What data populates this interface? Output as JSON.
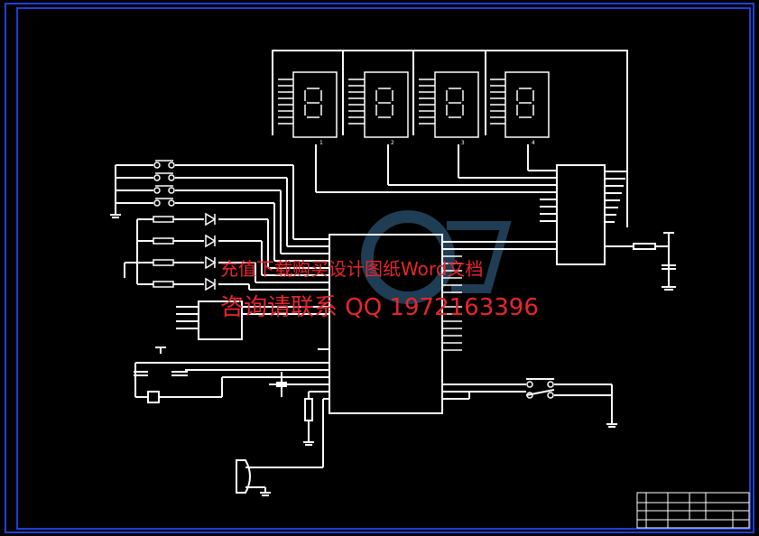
{
  "watermark": {
    "line1": "充值下载购买设计图纸Word文档",
    "line2": "咨询请联系 QQ 1972163396"
  },
  "colors": {
    "background": "#000000",
    "border": "#1f3fd6",
    "wire": "#ffffff",
    "watermark": "#e8262d",
    "logo": "#3a6f9a"
  },
  "display_digits": [
    "1",
    "2",
    "3",
    "4"
  ]
}
